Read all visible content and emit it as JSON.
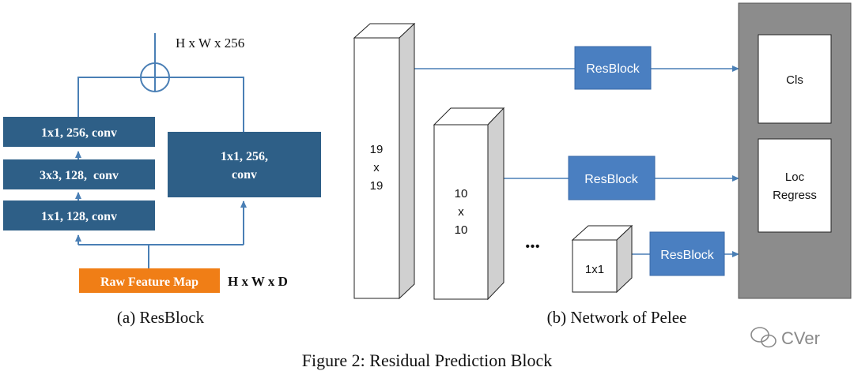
{
  "panel_a": {
    "top_label": "H x W x 256",
    "conv1": "1x1, 256, conv",
    "conv2": "3x3, 128,  conv",
    "conv3": "1x1, 128, conv",
    "shortcut_line1": "1x1, 256,",
    "shortcut_line2": "conv",
    "raw_feature_map": "Raw Feature Map",
    "raw_label": "H x W x D",
    "caption": "(a) ResBlock"
  },
  "panel_b": {
    "fm1": [
      "19",
      "x",
      "19"
    ],
    "fm2": [
      "10",
      "x",
      "10"
    ],
    "ellipsis": "•••",
    "fm3": "1x1",
    "resblock1": "ResBlock",
    "resblock2": "ResBlock",
    "resblock3": "ResBlock",
    "cls": "Cls",
    "loc_line1": "Loc",
    "loc_line2": "Regress",
    "caption": "(b) Network of Pelee"
  },
  "watermark": "CVer",
  "figure_caption": "Figure 2: Residual Prediction Block",
  "colors": {
    "conv_blue": "#2e5f87",
    "resblock_blue": "#4a7fc1",
    "raw_orange": "#f07e16",
    "line_blue": "#4a7fb5",
    "head_gray": "#8c8c8c"
  }
}
